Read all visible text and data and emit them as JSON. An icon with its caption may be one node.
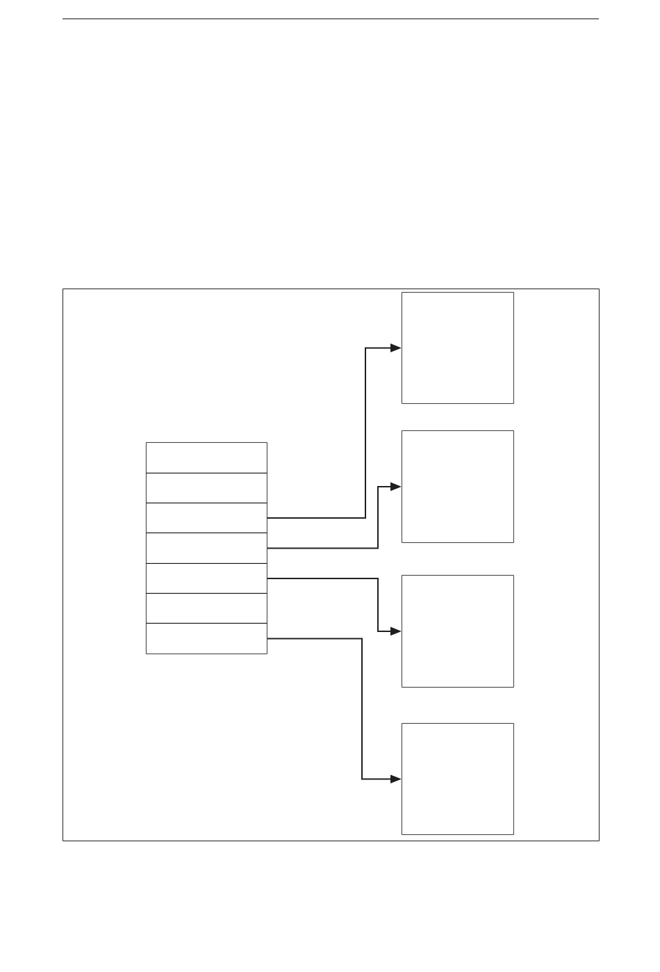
{
  "diagram": {
    "nodes": [
      {
        "text": [],
        "shape": "box"
      },
      {
        "text": [],
        "shape": "box",
        "in": 0
      },
      {
        "text": [],
        "shape": "box",
        "in": 0
      },
      {
        "text": [],
        "shape": "box",
        "in": 0
      },
      {
        "text": [],
        "shape": "box",
        "in": 0
      },
      {
        "text": [],
        "shape": "box",
        "in": 0
      },
      {
        "text": [],
        "shape": "box",
        "in": 0
      },
      {
        "text": [],
        "shape": "box",
        "in": 0
      },
      {
        "text": [],
        "shape": "box",
        "in": 0
      },
      {
        "text": [],
        "shape": "box",
        "in": 0
      },
      {
        "text": [],
        "shape": "box",
        "in": 0
      },
      {
        "text": [],
        "shape": "box",
        "in": 0
      }
    ],
    "edges": [
      {
        "from": 3,
        "to": 8,
        "arrow": "to"
      },
      {
        "from": 4,
        "to": 9,
        "arrow": "to"
      },
      {
        "from": 5,
        "to": 10,
        "arrow": "to"
      },
      {
        "from": 7,
        "to": 11,
        "arrow": "to"
      }
    ]
  }
}
